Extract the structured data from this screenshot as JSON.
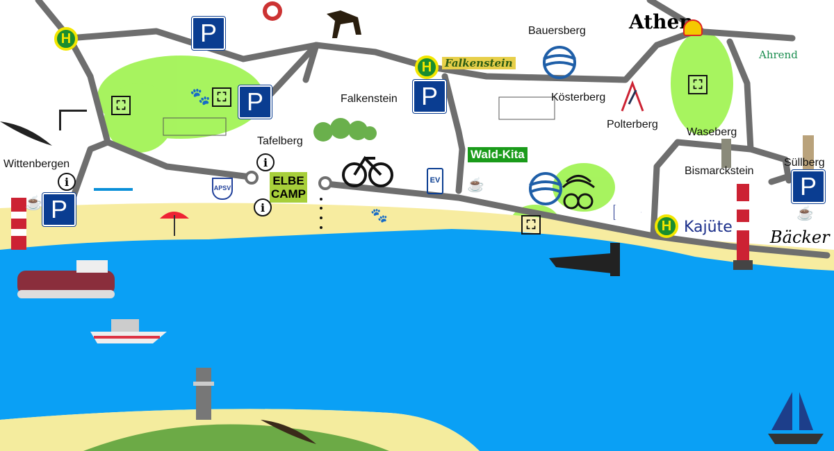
{
  "map": {
    "places": {
      "wittenbergen": "Wittenbergen",
      "tafelberg": "Tafelberg",
      "falkenstein": "Falkenstein",
      "bauersberg": "Bauersberg",
      "koesterberg": "Kösterberg",
      "polterberg": "Polterberg",
      "waseberg": "Waseberg",
      "bismarckstein": "Bismarckstein",
      "suellberg": "Süllberg"
    },
    "logos": {
      "athen": "Athen",
      "ahrend": "Ahrend",
      "falkenstein_sign": "Falkenstein",
      "kajuete": "Kajüte",
      "baecker": "Bäcker",
      "elbe_camp_line1": "ELBE",
      "elbe_camp_line2": "CAMP",
      "wald_kita": "Wald-Kita",
      "ev": "EV",
      "apsv": "APSV"
    },
    "symbols": {
      "bus": "H",
      "parking": "P",
      "info": "i",
      "picnic": "⛶"
    },
    "colors": {
      "sea": "#0aa0f5",
      "sand": "#f7eca0",
      "road": "#6e6e6e",
      "forest": "#7cf020",
      "parking": "#0a3d91",
      "bus": "#1a8d2f"
    }
  }
}
